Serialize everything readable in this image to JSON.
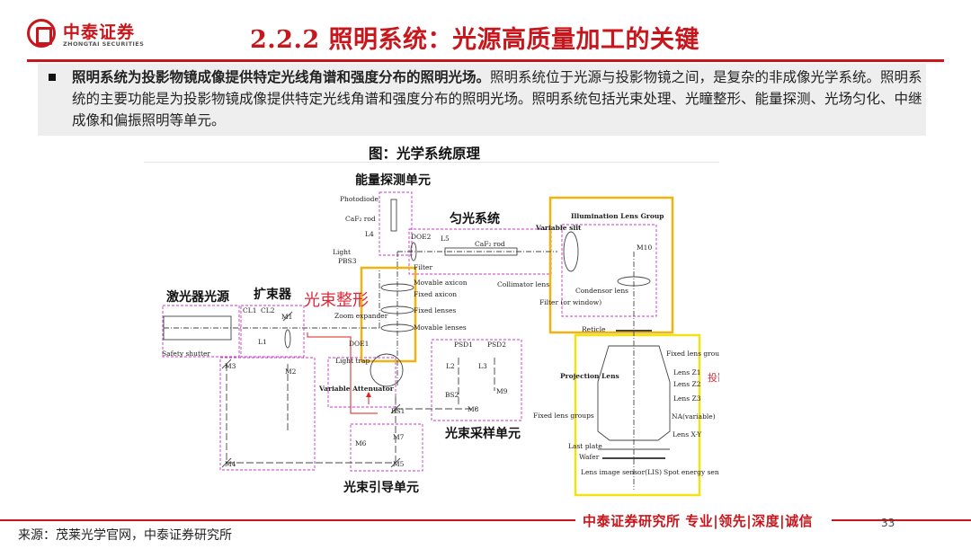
{
  "header": {
    "logo_cn": "中泰证券",
    "logo_en": "ZHONGTAI SECURITIES",
    "title": "2.2.2 照明系统：光源高质量加工的关键",
    "accent_color": "#c8161d"
  },
  "summary": {
    "bold_lead": "照明系统为投影物镜成像提供特定光线角谱和强度分布的照明光场。",
    "body": "照明系统位于光源与投影物镜之间，是复杂的非成像光学系统。照明系统的主要功能是为投影物镜成像提供特定光线角谱和强度分布的照明光场。照明系统包括光束处理、光瞳整形、能量探测、光场匀化、中继成像和偏振照明等单元。"
  },
  "figure": {
    "caption": "图：光学系统原理",
    "labels": {
      "energy_unit": "能量探测单元",
      "homogenize": "匀光系统",
      "laser_source": "激光器光源",
      "beam_expander": "扩束器",
      "beam_shaping": "光束整形",
      "projection_system": "投影物镜系统",
      "sampling_unit": "光束采样单元",
      "guide_unit": "光束引导单元",
      "photodiode": "Photodiode",
      "caf2_rod_top": "CaF₂ rod",
      "l4": "L4",
      "doe2": "DOE2",
      "l5": "L5",
      "caf2_rod": "CaF₂ rod",
      "variable_slit": "Variable slit",
      "illumination_lens_group": "Illumination Lens Group",
      "m10": "M10",
      "light": "Light",
      "pbs3": "PBS3",
      "filter": "Filter",
      "collimator_lens": "Collimator lens",
      "condensor_lens": "Condensor lens",
      "filter_window": "Filter (or window)",
      "movable_axicon": "Movable axicon",
      "fixed_axicon": "Fixed axicon",
      "fixed_lenses": "Fixed lenses",
      "movable_lenses": "Movable lenses",
      "zoom_expander": "Zoom expander",
      "doe1": "DOE1",
      "cl1": "CL1",
      "cl2": "CL2",
      "m1": "M1",
      "l1": "L1",
      "safety_shutter": "Safety shutter",
      "m2": "M2",
      "m3": "M3",
      "m4": "M4",
      "m5": "M5",
      "m6": "M6",
      "m7": "M7",
      "m8": "M8",
      "m9": "M9",
      "light_trap": "Light trap",
      "variable_attenuator": "Variable Attenuator",
      "bs1": "BS1",
      "bs2": "BS2",
      "psd1": "PSD1",
      "psd2": "PSD2",
      "l2": "L2",
      "l3": "L3",
      "reticle": "Reticle",
      "fixed_lens_groups_top": "Fixed lens groups",
      "projection_lens": "Projection Lens",
      "lens_z1": "Lens Z1",
      "lens_z2": "Lens Z2",
      "lens_z3": "Lens Z3",
      "fixed_lens_groups": "Fixed lens groups",
      "na_variable": "NA(variable)",
      "lens_xy": "Lens X-Y",
      "last_plate": "Last plate",
      "wafer": "Wafer",
      "lens_image_sensor": "Lens image sensor(LIS)",
      "spot_energy_sensor": "Spot energy sensor"
    }
  },
  "footer": {
    "source": "来源：茂莱光学官网，中泰证券研究所",
    "slogan": "中泰证券研究所 专业|领先|深度|诚信",
    "page": "33"
  }
}
